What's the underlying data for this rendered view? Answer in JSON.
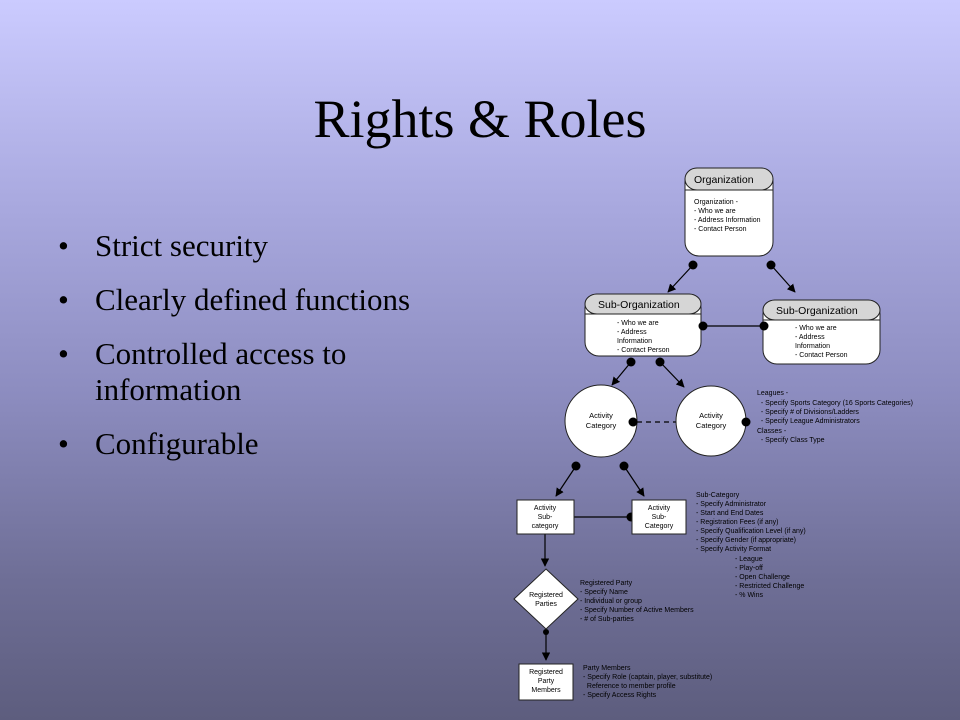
{
  "slide": {
    "title": "Rights & Roles",
    "bullets": [
      "Strict security",
      "Clearly defined functions",
      "Controlled access to information",
      "Configurable"
    ]
  },
  "diagram": {
    "organization": {
      "header": "Organization",
      "lines": [
        "Organization -",
        "- Who we are",
        "- Address Information",
        "- Contact Person"
      ]
    },
    "sub_org_left": {
      "header": "Sub-Organization",
      "lines": [
        "- Who we are",
        "- Address",
        "Information",
        "- Contact Person"
      ]
    },
    "sub_org_right": {
      "header": "Sub-Organization",
      "lines": [
        "- Who we are",
        "- Address",
        "Information",
        "- Contact Person"
      ]
    },
    "activity_left": {
      "lines": [
        "Activity",
        "Category"
      ]
    },
    "activity_right": {
      "lines": [
        "Activity",
        "Category"
      ]
    },
    "activity_notes": [
      "Leagues -",
      "  - Specify Sports Category (16 Sports Categories)",
      "  - Specify # of Divisions/Ladders",
      "  - Specify League Administrators",
      "Classes -",
      "  - Specify Class Type"
    ],
    "subcat_left": {
      "lines": [
        "Activity",
        "Sub-",
        "category"
      ]
    },
    "subcat_right": {
      "lines": [
        "Activity",
        "Sub-",
        "Category"
      ]
    },
    "subcat_notes": [
      "Sub-Category",
      "- Specify Administrator",
      "- Start and End Dates",
      "- Registration Fees (if any)",
      "- Specify Qualification Level (if any)",
      "- Specify Gender (if appropriate)",
      "- Specify Activity Format",
      "- League",
      "- Play-off",
      "- Open Challenge",
      "- Restricted Challenge",
      "- % Wins"
    ],
    "registered_parties": {
      "lines": [
        "Registered",
        "Parties"
      ]
    },
    "party_notes": [
      "Registered Party",
      "- Specify Name",
      "- Individual or group",
      "- Specify Number of Active Members",
      "- # of Sub-parties"
    ],
    "party_members": {
      "lines": [
        "Registered",
        "Party",
        "Members"
      ]
    },
    "member_notes": [
      "Party Members",
      "- Specify Role (captain, player, substitute)",
      "  Reference to member profile",
      "- Specify Access Rights"
    ]
  }
}
